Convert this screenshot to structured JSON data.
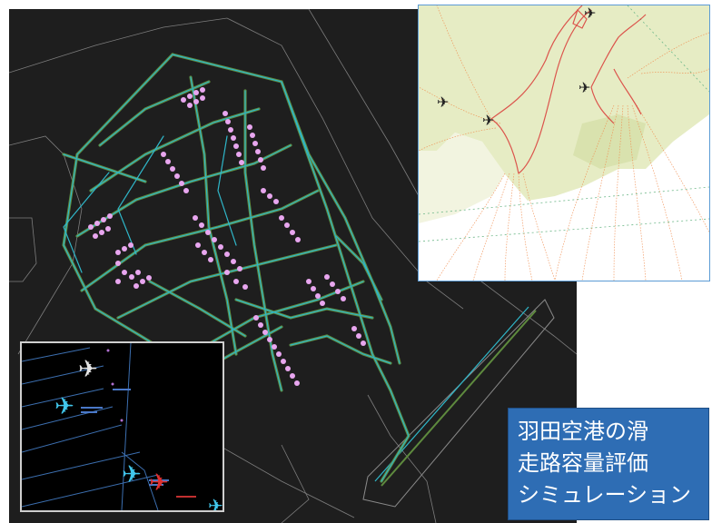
{
  "caption": {
    "lines": [
      "羽田空港の滑",
      "走路容量評価",
      "シミュレーション"
    ]
  },
  "colors": {
    "airport_background": "#1e1e1e",
    "taxiway_green": "#5e8a3e",
    "taxiway_cyan": "#2fb6c8",
    "gate_marker_pink": "#e8a6ef",
    "runway_outline": "#8a8a8a",
    "map_land": "#e6ecc4",
    "flight_track_red": "#d92f2f",
    "flight_track_orange": "#f08a4b",
    "gate_panel_background": "#000000",
    "caption_background": "#2e6db4",
    "caption_text": "#ffffff",
    "inset_border": "#5b9bd5"
  },
  "icons": {
    "aircraft_map": "airplane-icon",
    "aircraft_gate_white": "airplane-icon",
    "aircraft_gate_cyan": "airplane-icon",
    "aircraft_gate_red": "airplane-icon"
  }
}
